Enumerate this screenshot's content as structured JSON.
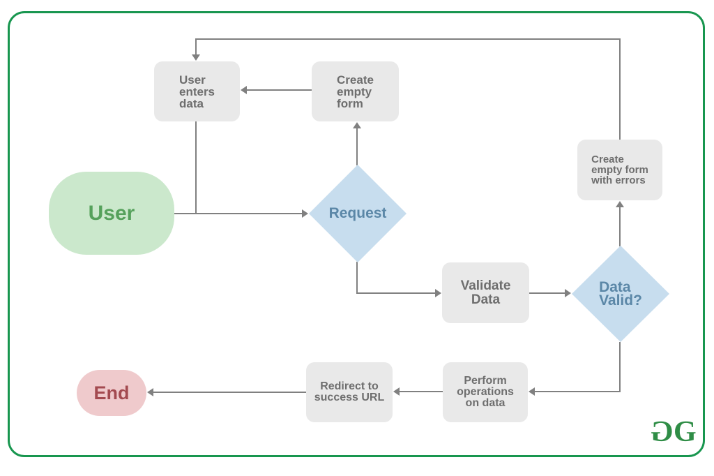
{
  "nodes": {
    "user": {
      "label": "User"
    },
    "user_enters_data": {
      "line1": "User",
      "line2": "enters",
      "line3": "data"
    },
    "create_empty_form": {
      "line1": "Create",
      "line2": "empty",
      "line3": "form"
    },
    "request": {
      "label": "Request"
    },
    "create_empty_form_with_errors": {
      "line1": "Create",
      "line2": "empty form",
      "line3": "with errors"
    },
    "validate_data": {
      "line1": "Validate",
      "line2": "Data"
    },
    "data_valid": {
      "line1": "Data",
      "line2": "Valid?"
    },
    "perform_operations": {
      "line1": "Perform",
      "line2": "operations",
      "line3": "on data"
    },
    "redirect_success": {
      "line1": "Redirect to",
      "line2": "success URL"
    },
    "end": {
      "label": "End"
    }
  },
  "logo": {
    "g_flipped": "G",
    "g": "G"
  },
  "colors": {
    "frame_green": "#18964f",
    "logo_green": "#2f8d46",
    "process_fill": "#e9e9e9",
    "process_text": "#6e6e6e",
    "decision_fill": "#c7ddee",
    "decision_text": "#5b87a7",
    "start_fill": "#cbe8cc",
    "start_text": "#55a15b",
    "end_fill": "#efcacc",
    "end_text": "#a34a50",
    "connector_gray": "#808080"
  }
}
